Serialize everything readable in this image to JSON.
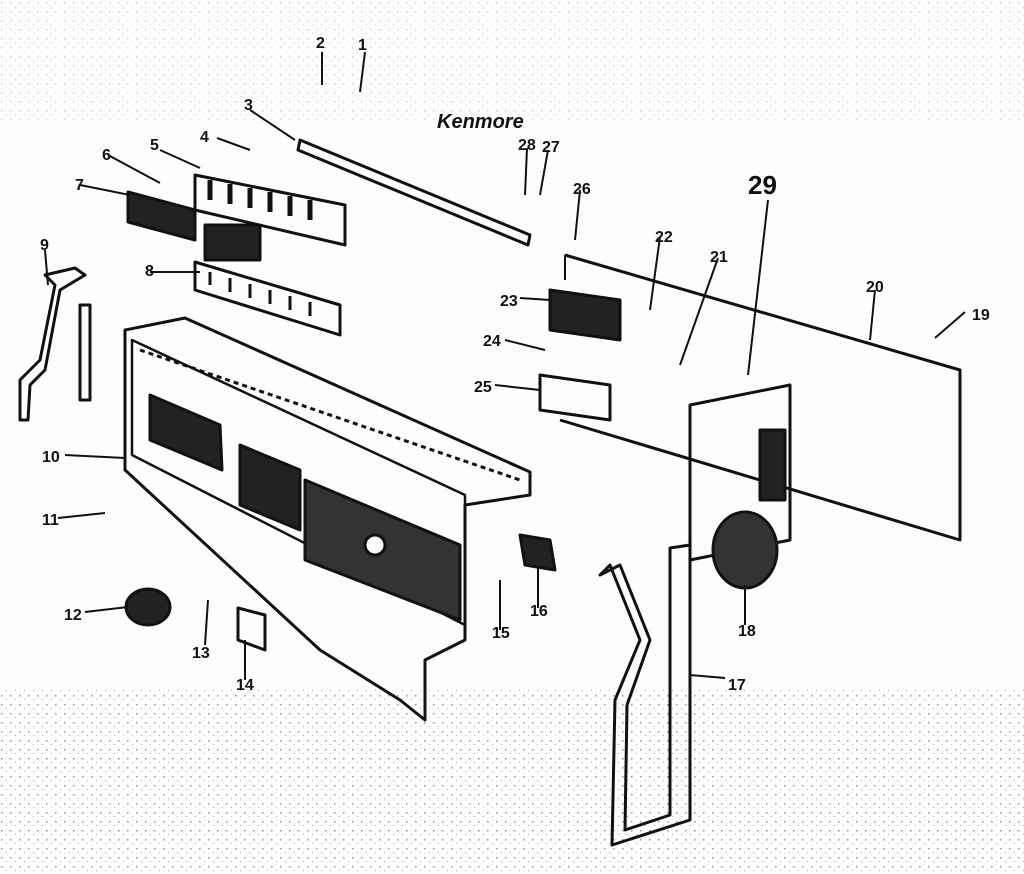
{
  "diagram": {
    "part_numbers": [
      "1",
      "2",
      "3",
      "4",
      "5",
      "6",
      "7",
      "8",
      "9",
      "10",
      "11",
      "12",
      "13",
      "14",
      "15",
      "16",
      "17",
      "18",
      "19",
      "20",
      "21",
      "22",
      "23",
      "24",
      "25",
      "26",
      "27",
      "28",
      "29"
    ],
    "logo_script": "Kenmore"
  },
  "colors": {
    "ink": "#111111",
    "paper": "#fdfdfd"
  }
}
